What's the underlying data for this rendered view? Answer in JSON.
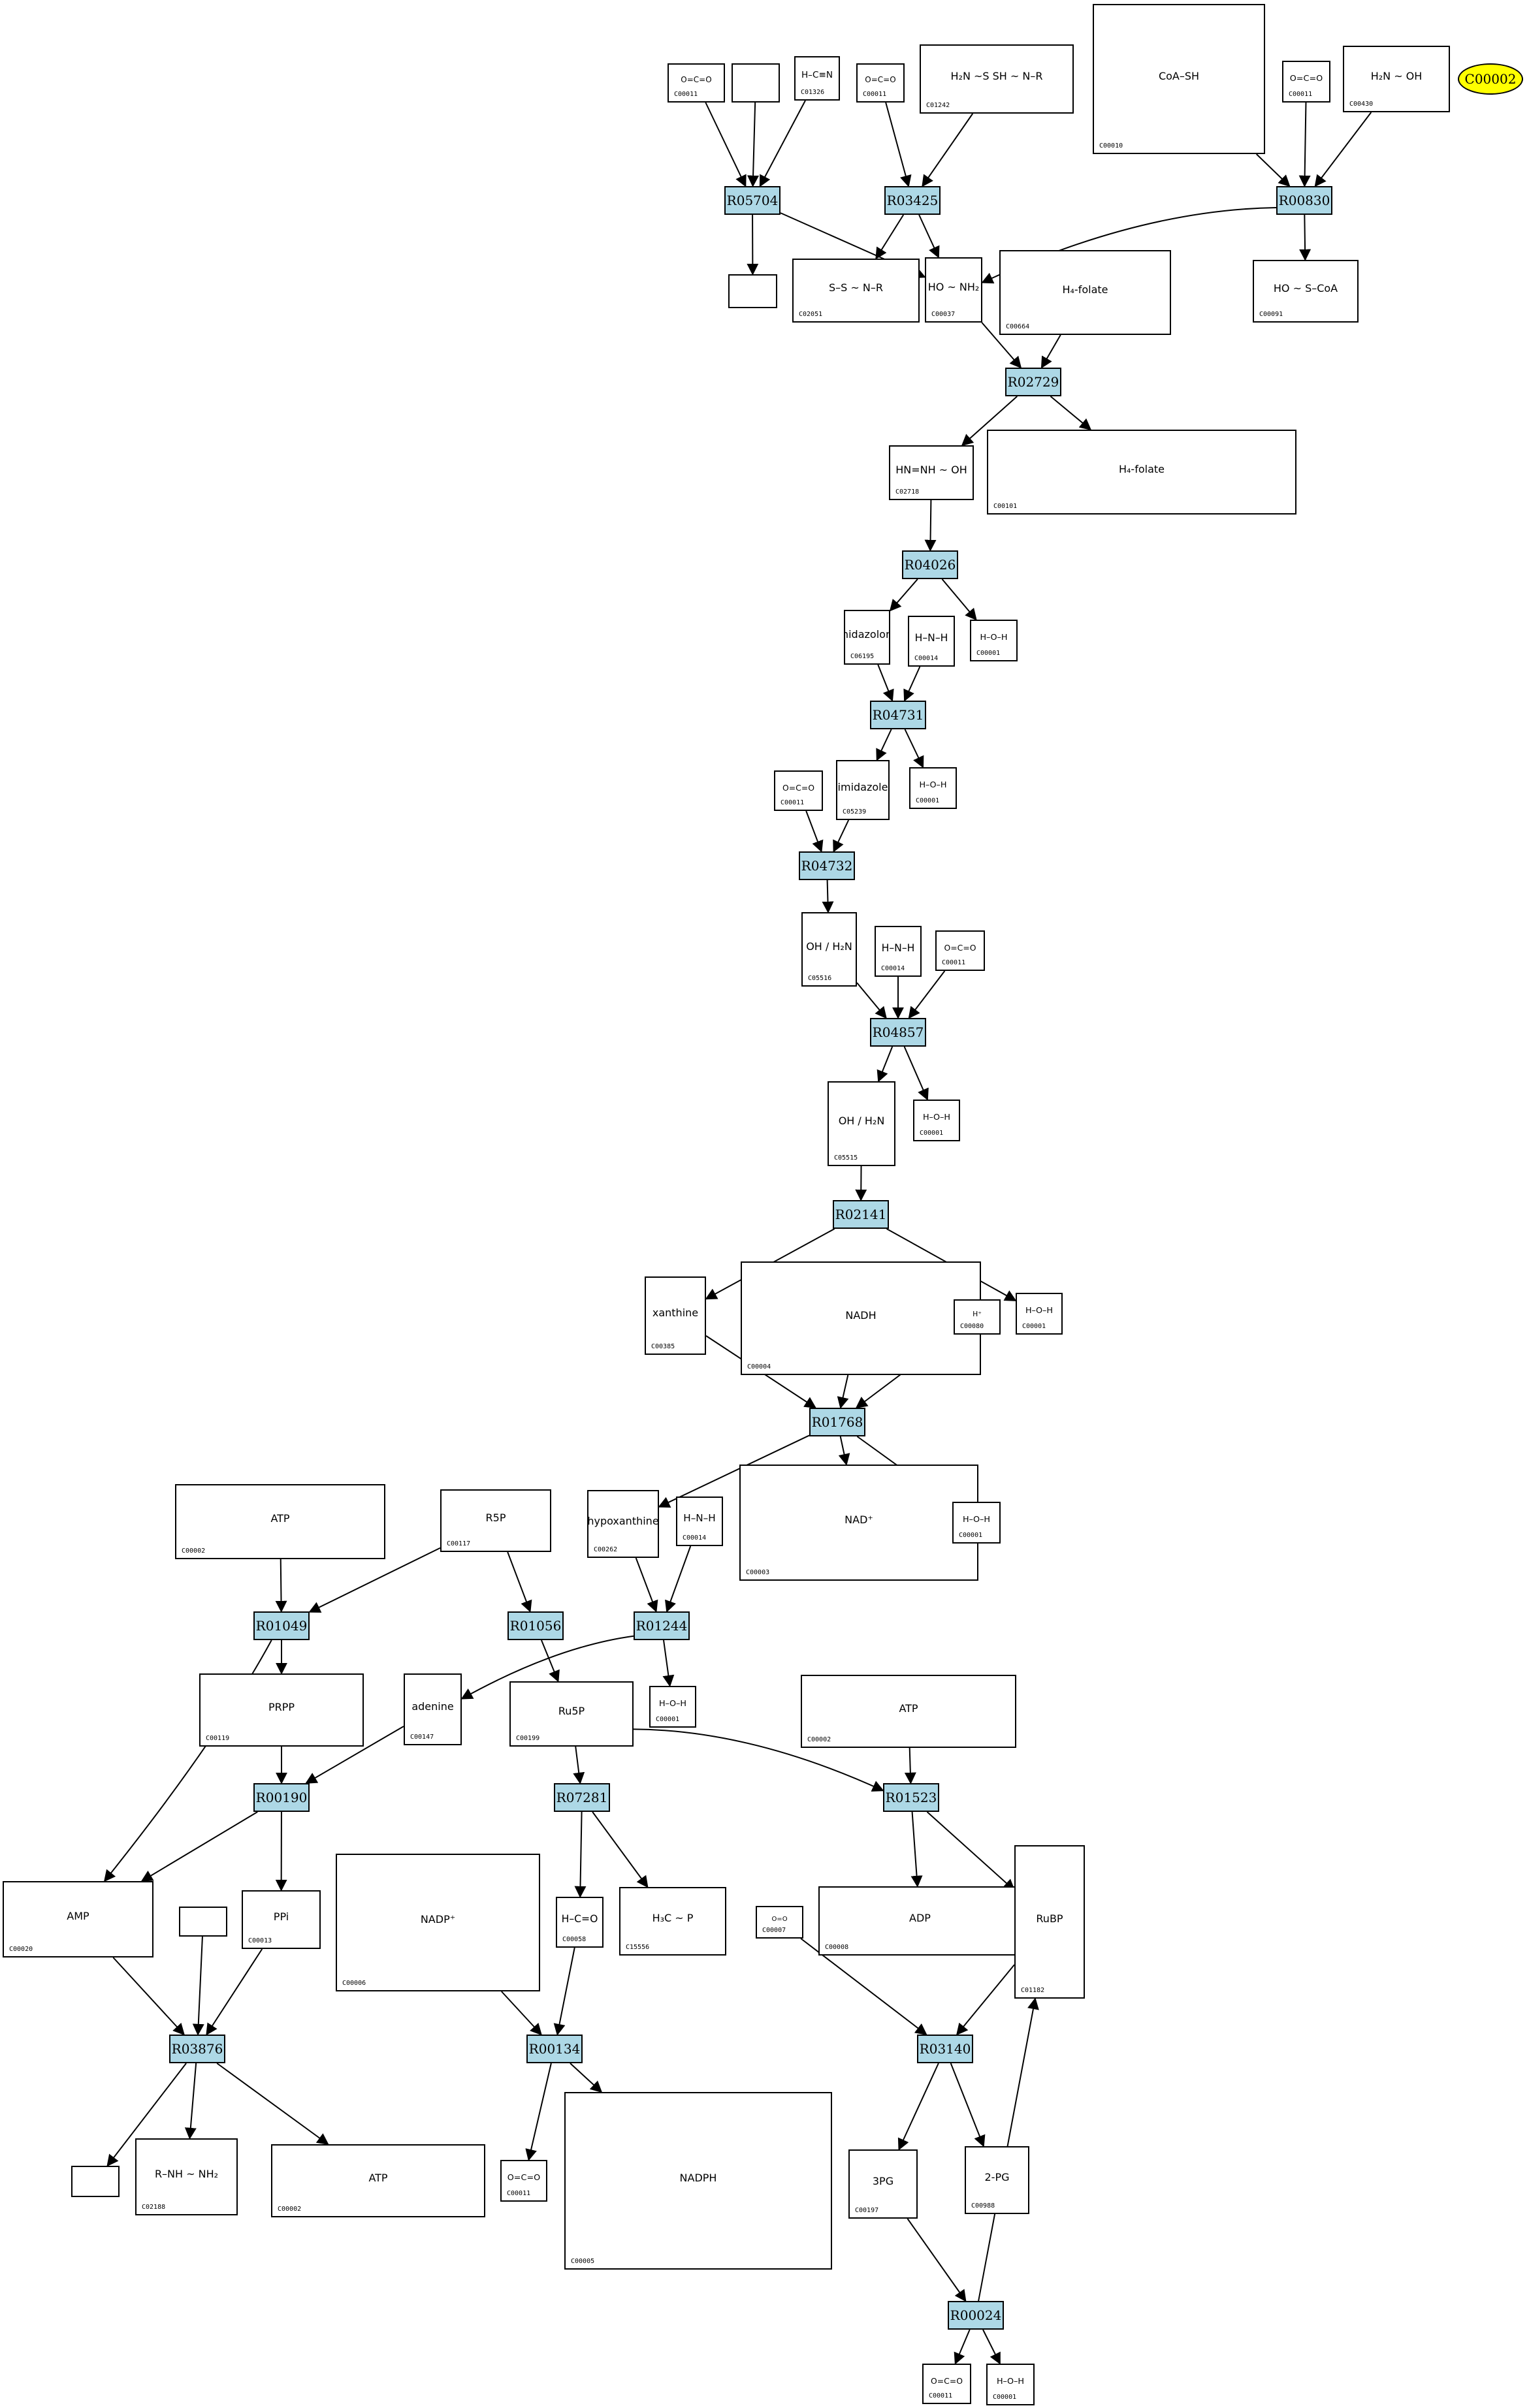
{
  "colors": {
    "reaction_fill": "#add8e6",
    "highlight_fill": "#ffff00",
    "edge": "#000000"
  },
  "reactions": [
    "R05704",
    "R03425",
    "R00830",
    "R02729",
    "R04026",
    "R04731",
    "R04732",
    "R04857",
    "R02141",
    "R01768",
    "R01049",
    "R01056",
    "R01244",
    "R00190",
    "R07281",
    "R01523",
    "R03876",
    "R00134",
    "R03140",
    "R00024"
  ],
  "highlight": {
    "label": "C00002"
  },
  "compounds": [
    {
      "id": "c_a1",
      "label": "C00011",
      "glyph": "O=C=O"
    },
    {
      "id": "c_a2",
      "label": "",
      "glyph": ""
    },
    {
      "id": "c_a3",
      "label": "C01326",
      "glyph": "H–C≡N"
    },
    {
      "id": "c_a4",
      "label": "C00011",
      "glyph": "O=C=O"
    },
    {
      "id": "c_a5",
      "label": "C01242",
      "glyph": "H₂N ~S  SH ~ N–R"
    },
    {
      "id": "c_a6",
      "label": "C00010",
      "glyph": "CoA–SH"
    },
    {
      "id": "c_a7",
      "label": "C00011",
      "glyph": "O=C=O"
    },
    {
      "id": "c_a8",
      "label": "C00430",
      "glyph": "H₂N ~ OH"
    },
    {
      "id": "c_b1",
      "label": "",
      "glyph": ""
    },
    {
      "id": "c_b2",
      "label": "C02051",
      "glyph": "S–S ~ N–R"
    },
    {
      "id": "c_b3",
      "label": "C00037",
      "glyph": "HO ~ NH₂"
    },
    {
      "id": "c_b4",
      "label": "C00664",
      "glyph": "H₄-folate"
    },
    {
      "id": "c_b5",
      "label": "C00091",
      "glyph": "HO ~ S–CoA"
    },
    {
      "id": "c_c1",
      "label": "C02718",
      "glyph": "HN=NH ~ OH"
    },
    {
      "id": "c_c2",
      "label": "C00101",
      "glyph": "H₄-folate"
    },
    {
      "id": "c_d1",
      "label": "C06195",
      "glyph": "imidazolone"
    },
    {
      "id": "c_d2",
      "label": "C00014",
      "glyph": "H–N–H"
    },
    {
      "id": "c_d3",
      "label": "C00001",
      "glyph": "H–O–H"
    },
    {
      "id": "c_e1",
      "label": "C00011",
      "glyph": "O=C=O"
    },
    {
      "id": "c_e2",
      "label": "C05239",
      "glyph": "imidazole"
    },
    {
      "id": "c_e3",
      "label": "C00001",
      "glyph": "H–O–H"
    },
    {
      "id": "c_f1",
      "label": "C05516",
      "glyph": "OH / H₂N"
    },
    {
      "id": "c_f2",
      "label": "C00014",
      "glyph": "H–N–H"
    },
    {
      "id": "c_f3",
      "label": "C00011",
      "glyph": "O=C=O"
    },
    {
      "id": "c_g1",
      "label": "C05515",
      "glyph": "OH / H₂N"
    },
    {
      "id": "c_g2",
      "label": "C00001",
      "glyph": "H–O–H"
    },
    {
      "id": "c_h1",
      "label": "C00385",
      "glyph": "xanthine"
    },
    {
      "id": "c_h2",
      "label": "C00004",
      "glyph": "NADH"
    },
    {
      "id": "c_h3",
      "label": "C00080",
      "glyph": "H⁺"
    },
    {
      "id": "c_h4",
      "label": "C00001",
      "glyph": "H–O–H"
    },
    {
      "id": "c_i1",
      "label": "C00002",
      "glyph": "ATP"
    },
    {
      "id": "c_i2",
      "label": "C00117",
      "glyph": "R5P"
    },
    {
      "id": "c_i3",
      "label": "C00262",
      "glyph": "hypoxanthine"
    },
    {
      "id": "c_i4",
      "label": "C00014",
      "glyph": "H–N–H"
    },
    {
      "id": "c_i5",
      "label": "C00003",
      "glyph": "NAD⁺"
    },
    {
      "id": "c_i6",
      "label": "C00001",
      "glyph": "H–O–H"
    },
    {
      "id": "c_j1",
      "label": "C00119",
      "glyph": "PRPP"
    },
    {
      "id": "c_j2",
      "label": "C00147",
      "glyph": "adenine"
    },
    {
      "id": "c_j3",
      "label": "C00199",
      "glyph": "Ru5P"
    },
    {
      "id": "c_j4",
      "label": "C00001",
      "glyph": "H–O–H"
    },
    {
      "id": "c_j5",
      "label": "C00002",
      "glyph": "ATP"
    },
    {
      "id": "c_k1",
      "label": "C00020",
      "glyph": "AMP"
    },
    {
      "id": "c_k2",
      "label": "",
      "glyph": ""
    },
    {
      "id": "c_k3",
      "label": "C00013",
      "glyph": "PPi"
    },
    {
      "id": "c_k4",
      "label": "C00006",
      "glyph": "NADP⁺"
    },
    {
      "id": "c_k5",
      "label": "C00058",
      "glyph": "H–C=O"
    },
    {
      "id": "c_k6",
      "label": "C15556",
      "glyph": "H₃C ~ P"
    },
    {
      "id": "c_k7",
      "label": "C00008",
      "glyph": "ADP"
    },
    {
      "id": "c_k8",
      "label": "C00007",
      "glyph": "O=O"
    },
    {
      "id": "c_k9",
      "label": "C01182",
      "glyph": "RuBP"
    },
    {
      "id": "c_l1",
      "label": "",
      "glyph": ""
    },
    {
      "id": "c_l2",
      "label": "C02188",
      "glyph": "R–NH ~ NH₂"
    },
    {
      "id": "c_l3",
      "label": "C00002",
      "glyph": "ATP"
    },
    {
      "id": "c_l4",
      "label": "C00011",
      "glyph": "O=C=O"
    },
    {
      "id": "c_l5",
      "label": "C00005",
      "glyph": "NADPH"
    },
    {
      "id": "c_l6",
      "label": "C00197",
      "glyph": "3PG"
    },
    {
      "id": "c_l7",
      "label": "C00988",
      "glyph": "2-PG"
    },
    {
      "id": "c_m1",
      "label": "C00011",
      "glyph": "O=C=O"
    },
    {
      "id": "c_m2",
      "label": "C00001",
      "glyph": "H–O–H"
    }
  ]
}
